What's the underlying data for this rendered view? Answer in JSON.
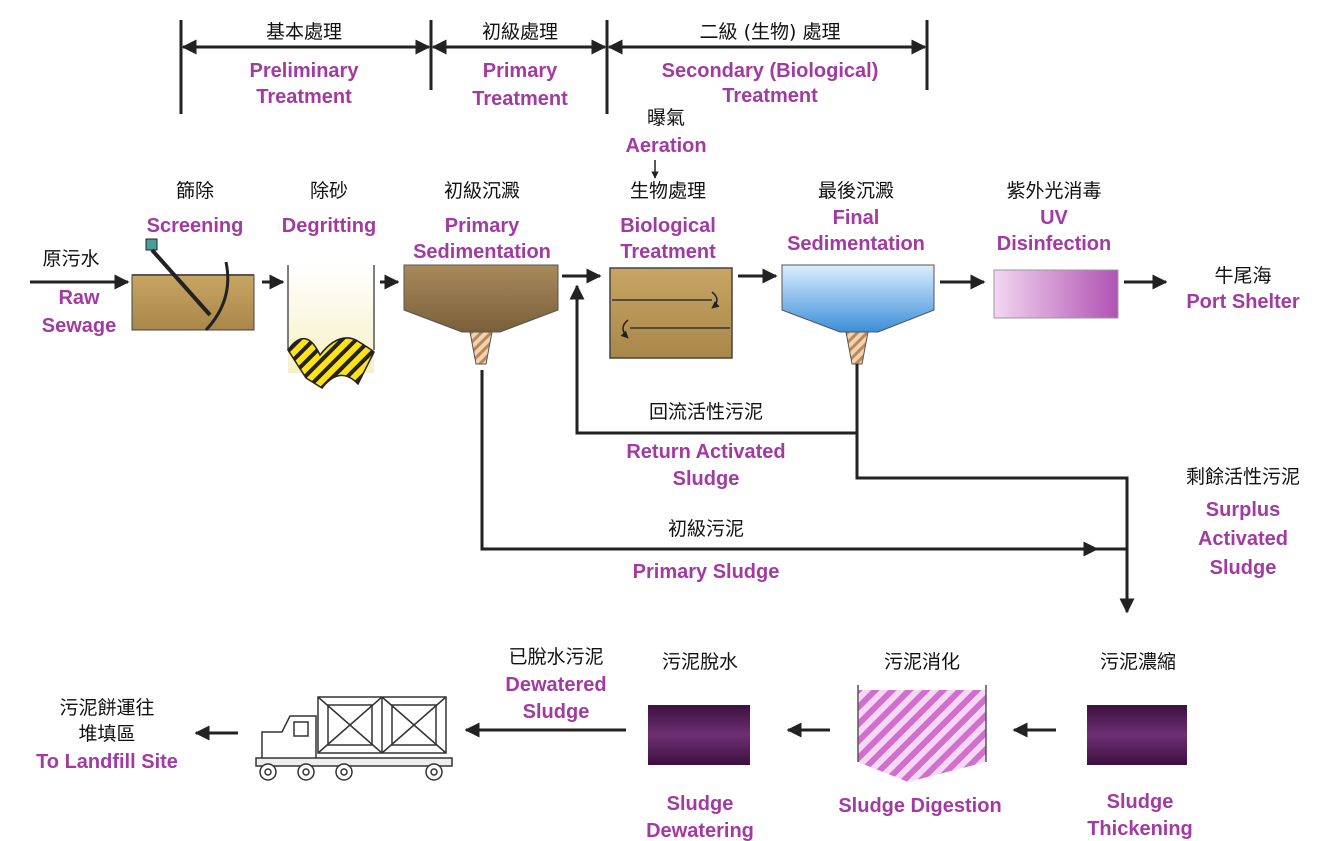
{
  "stages": {
    "preliminary": {
      "zh": "基本處理",
      "en1": "Preliminary",
      "en2": "Treatment"
    },
    "primary": {
      "zh": "初級處理",
      "en1": "Primary",
      "en2": "Treatment"
    },
    "secondary": {
      "zh": "二級 (生物) 處理",
      "en1": "Secondary (Biological)",
      "en2": "Treatment"
    }
  },
  "aeration": {
    "zh": "曝氣",
    "en": "Aeration"
  },
  "raw_sewage": {
    "zh": "原污水",
    "en1": "Raw",
    "en2": "Sewage"
  },
  "screening": {
    "zh": "篩除",
    "en": "Screening"
  },
  "degritting": {
    "zh": "除砂",
    "en": "Degritting"
  },
  "primary_sedimentation": {
    "zh": "初級沉澱",
    "en1": "Primary",
    "en2": "Sedimentation"
  },
  "biological_treatment": {
    "zh": "生物處理",
    "en1": "Biological",
    "en2": "Treatment"
  },
  "final_sedimentation": {
    "zh": "最後沉澱",
    "en1": "Final",
    "en2": "Sedimentation"
  },
  "uv_disinfection": {
    "zh": "紫外光消毒",
    "en1": "UV",
    "en2": "Disinfection"
  },
  "port_shelter": {
    "zh": "牛尾海",
    "en": "Port Shelter"
  },
  "return_sludge": {
    "zh": "回流活性污泥",
    "en1": "Return Activated",
    "en2": "Sludge"
  },
  "surplus_sludge": {
    "zh": "剩餘活性污泥",
    "en1": "Surplus",
    "en2": "Activated",
    "en3": "Sludge"
  },
  "primary_sludge": {
    "zh": "初級污泥",
    "en": "Primary Sludge"
  },
  "sludge_thickening": {
    "zh": "污泥濃縮",
    "en1": "Sludge",
    "en2": "Thickening"
  },
  "sludge_digestion": {
    "zh": "污泥消化",
    "en": "Sludge Digestion"
  },
  "sludge_dewatering": {
    "zh": "污泥脫水",
    "en1": "Sludge",
    "en2": "Dewatering"
  },
  "dewatered_sludge": {
    "zh": "已脫水污泥",
    "en1": "Dewatered",
    "en2": "Sludge"
  },
  "landfill": {
    "zh1": "污泥餅運往",
    "zh2": "堆填區",
    "en": "To Landfill Site"
  },
  "colors": {
    "label_en": "#a33aa3",
    "label_zh": "#111111",
    "line": "#222222",
    "sludge_tank": "#5c1f5e"
  }
}
